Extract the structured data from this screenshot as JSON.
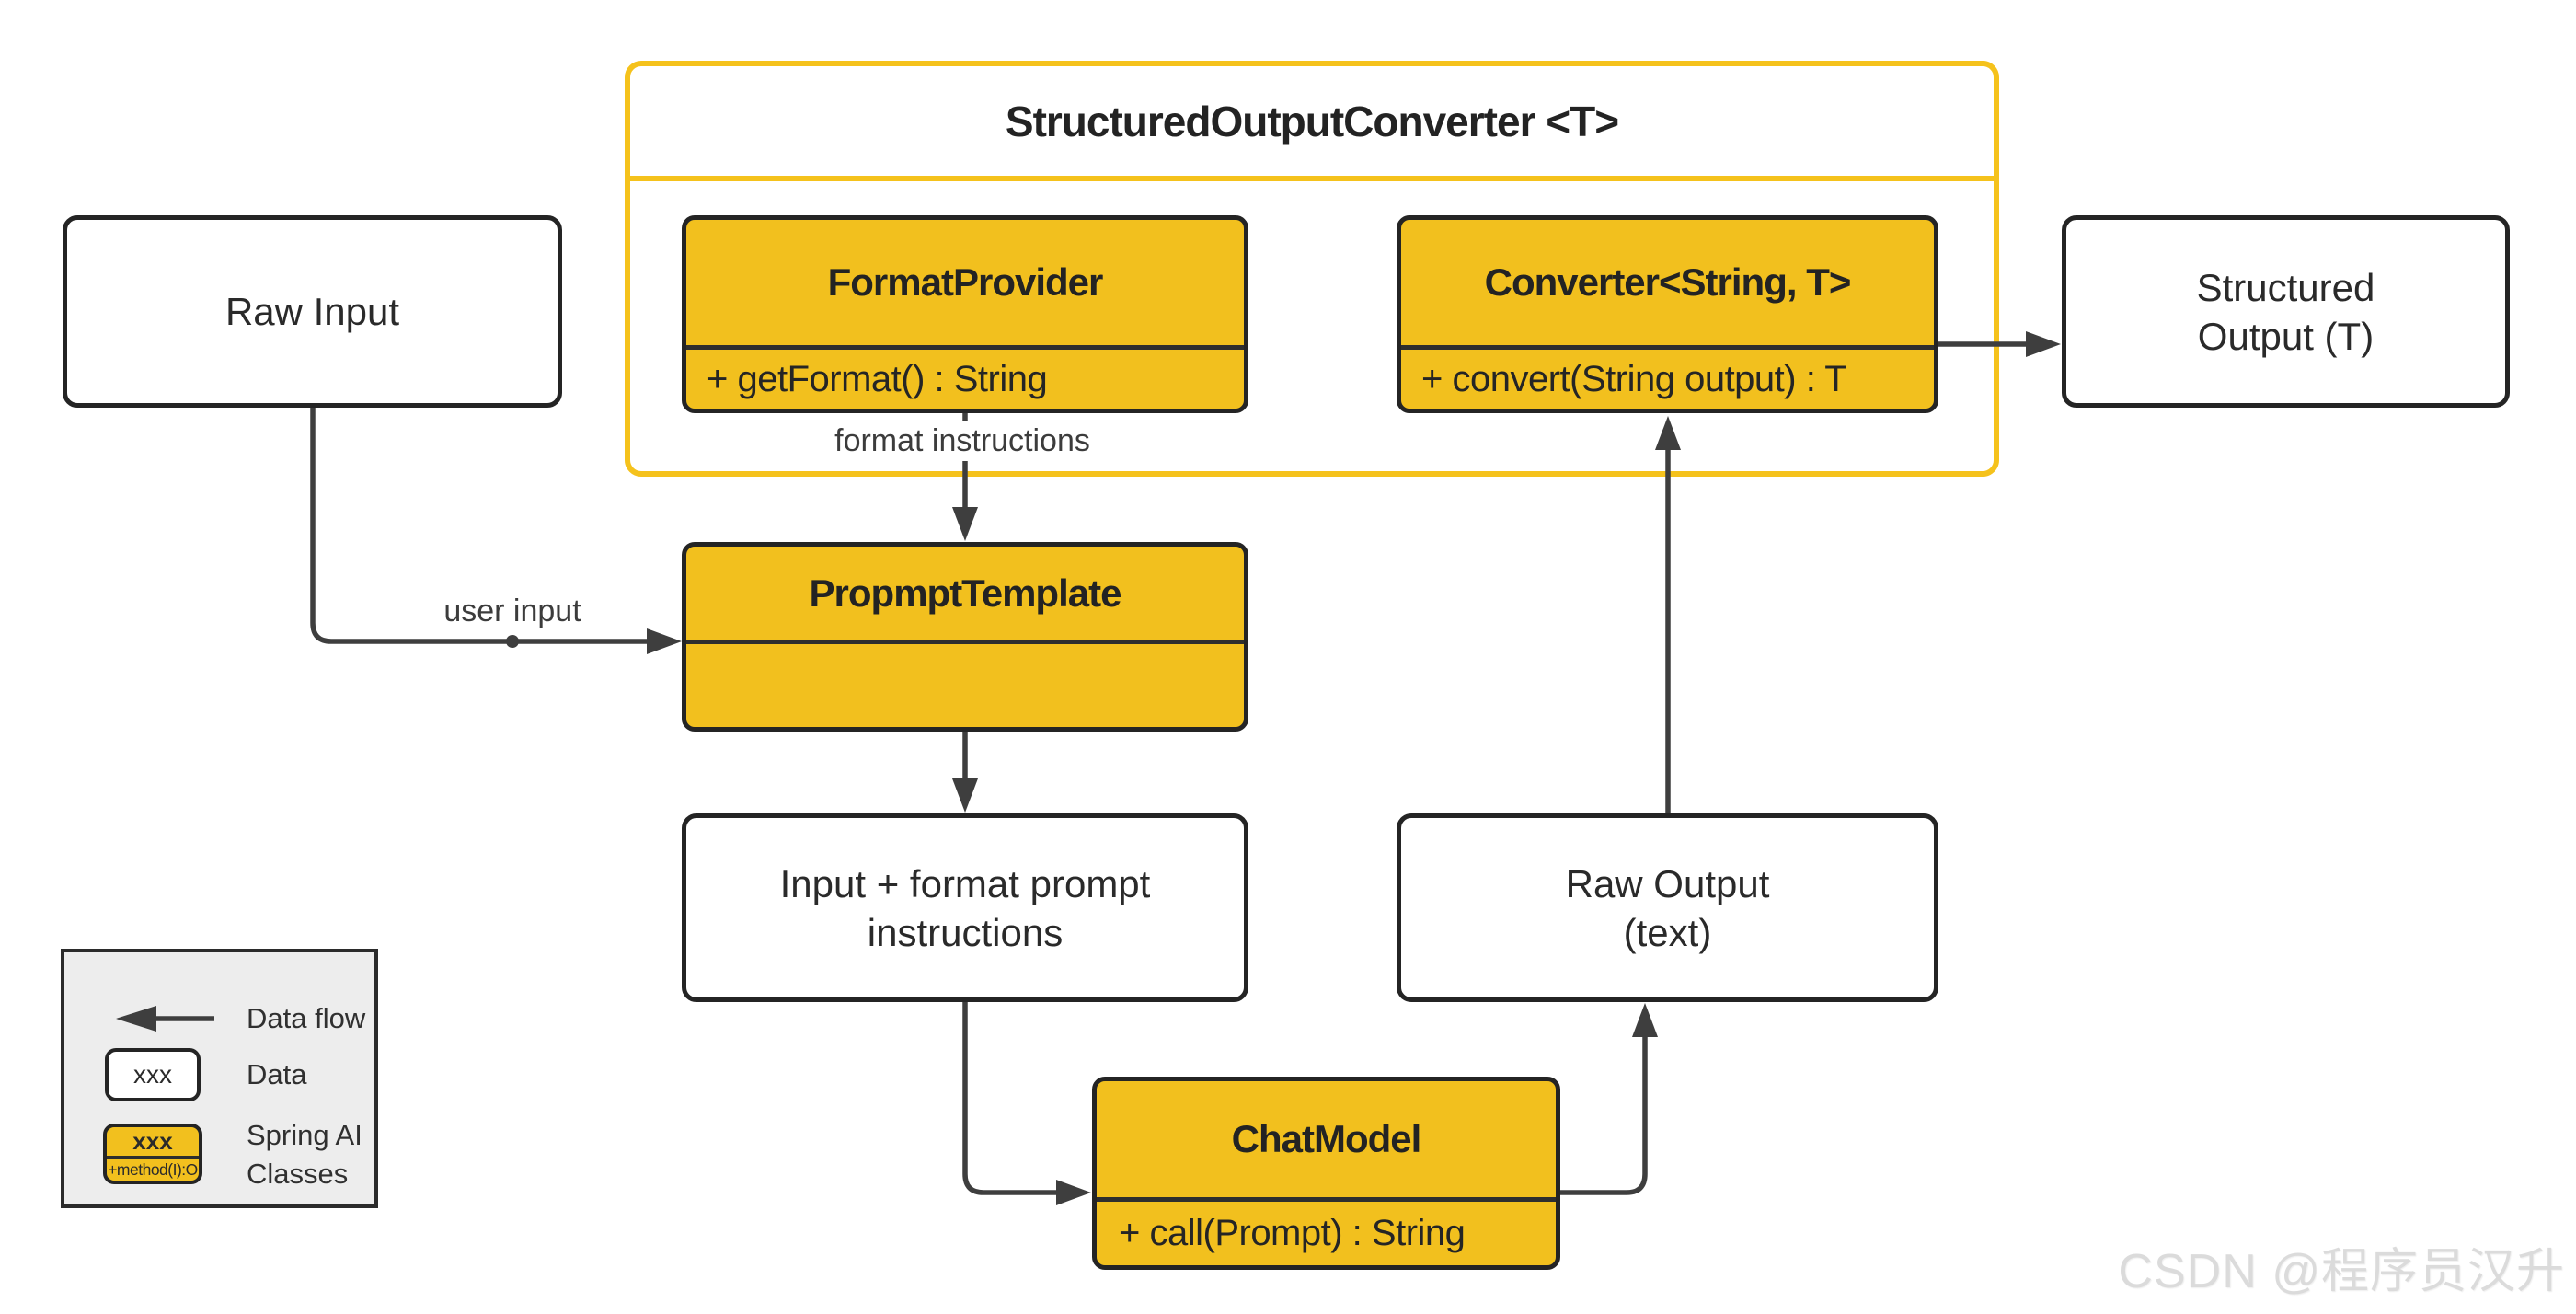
{
  "colors": {
    "spring_yellow": "#F2C01E",
    "container_border_yellow": "#F5C21C",
    "box_border_dark": "#242424",
    "arrow_gray": "#3E3E3E",
    "legend_background": "#EDEDED",
    "watermark_gray": "#DBDBDB"
  },
  "container": {
    "title": "StructuredOutputConverter <T>"
  },
  "nodes": {
    "raw_input": {
      "label": "Raw Input"
    },
    "format_provider": {
      "title": "FormatProvider",
      "method": "+ getFormat() : String"
    },
    "converter": {
      "title": "Converter<String, T>",
      "method": "+ convert(String output) : T"
    },
    "structured_output": {
      "line1": "Structured",
      "line2": "Output (T)"
    },
    "prompt_template": {
      "title": "PropmptTemplate"
    },
    "input_prompt": {
      "line1": "Input + format prompt",
      "line2": "instructions"
    },
    "chat_model": {
      "title": "ChatModel",
      "method": "+ call(Prompt) : String"
    },
    "raw_output": {
      "line1": "Raw Output",
      "line2": "(text)"
    }
  },
  "edge_labels": {
    "user_input": "user input",
    "format_instructions": "format instructions"
  },
  "legend": {
    "data_flow": "Data flow",
    "data_sample": "xxx",
    "data_label": "Data",
    "spring_sample": "xxx",
    "spring_method": "+method(I):O",
    "spring_line1": "Spring AI",
    "spring_line2": "Classes"
  },
  "watermark": "CSDN @程序员汉升"
}
